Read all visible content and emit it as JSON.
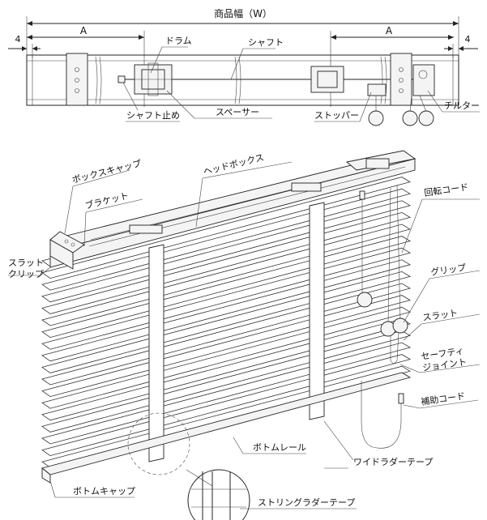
{
  "dimensions": {
    "width_label": "商品幅（W）",
    "a_left": "A",
    "a_right": "A",
    "gap_left": "4",
    "gap_right": "4"
  },
  "top_view_labels": {
    "drum": "ドラム",
    "shaft": "シャフト",
    "shaft_stop": "シャフト止め",
    "spacer": "スペーサー",
    "stopper": "ストッパー",
    "tilter": "チルター"
  },
  "blind_labels": {
    "box_cap": "ボックスキャップ",
    "bracket": "ブラケット",
    "head_box": "ヘッドボックス",
    "slat_clip_line1": "スラット",
    "slat_clip_line2": "クリップ",
    "tilt_cord": "回転コード",
    "grip": "グリップ",
    "slat": "スラット",
    "safety_joint_line1": "セーフティ",
    "safety_joint_line2": "ジョイント",
    "aux_cord": "補助コード",
    "bottom_rail": "ボトムレール",
    "wide_ladder_tape": "ワイドラダーテープ",
    "bottom_cap": "ボトムキャップ",
    "string_ladder_tape": "ストリングラダーテープ"
  }
}
